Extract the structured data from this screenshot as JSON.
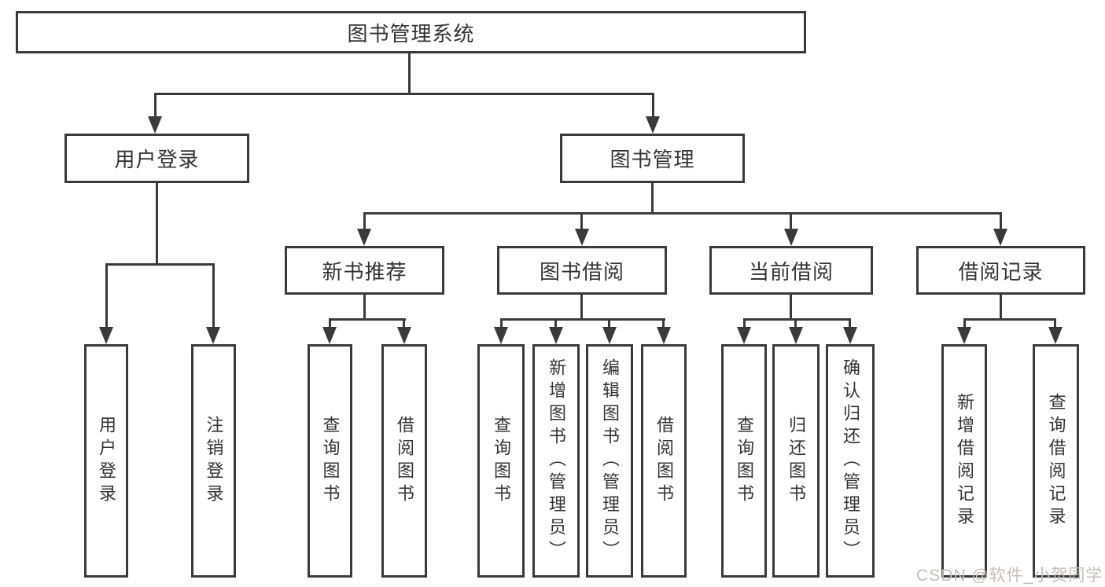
{
  "diagram": {
    "root": {
      "label": "图书管理系统"
    },
    "level2": [
      {
        "id": "user-login",
        "label": "用户登录"
      },
      {
        "id": "book-management",
        "label": "图书管理"
      }
    ],
    "level3": [
      {
        "id": "new-book-recommend",
        "label": "新书推荐",
        "parent": "图书管理"
      },
      {
        "id": "book-borrow",
        "label": "图书借阅",
        "parent": "图书管理"
      },
      {
        "id": "current-borrow",
        "label": "当前借阅",
        "parent": "图书管理"
      },
      {
        "id": "borrow-record",
        "label": "借阅记录",
        "parent": "图书管理"
      }
    ],
    "leaves": [
      {
        "id": "leaf-user-login",
        "label": "用户登录",
        "parent": "用户登录"
      },
      {
        "id": "leaf-logout",
        "label": "注销登录",
        "parent": "用户登录"
      },
      {
        "id": "leaf-query-book-recommend",
        "label": "查询图书",
        "parent": "新书推荐"
      },
      {
        "id": "leaf-borrow-book-recommend",
        "label": "借阅图书",
        "parent": "新书推荐"
      },
      {
        "id": "leaf-query-book-borrow",
        "label": "查询图书",
        "parent": "图书借阅"
      },
      {
        "id": "leaf-add-book-admin",
        "label": "新增图书（管理员）",
        "parent": "图书借阅"
      },
      {
        "id": "leaf-edit-book-admin",
        "label": "编辑图书（管理员）",
        "parent": "图书借阅"
      },
      {
        "id": "leaf-borrow-book",
        "label": "借阅图书",
        "parent": "图书借阅"
      },
      {
        "id": "leaf-query-book-current",
        "label": "查询图书",
        "parent": "当前借阅"
      },
      {
        "id": "leaf-return-book",
        "label": "归还图书",
        "parent": "当前借阅"
      },
      {
        "id": "leaf-confirm-return-admin",
        "label": "确认归还（管理员）",
        "parent": "当前借阅"
      },
      {
        "id": "leaf-add-borrow-record",
        "label": "新增借阅记录",
        "parent": "借阅记录"
      },
      {
        "id": "leaf-query-borrow-record",
        "label": "查询借阅记录",
        "parent": "借阅记录"
      }
    ],
    "colors": {
      "line": "#3a3a3a",
      "text": "#333333",
      "background": "#ffffff",
      "watermark": "#c6bcbc"
    }
  },
  "watermark": {
    "text": "CSDN @软件_小贺同学"
  }
}
